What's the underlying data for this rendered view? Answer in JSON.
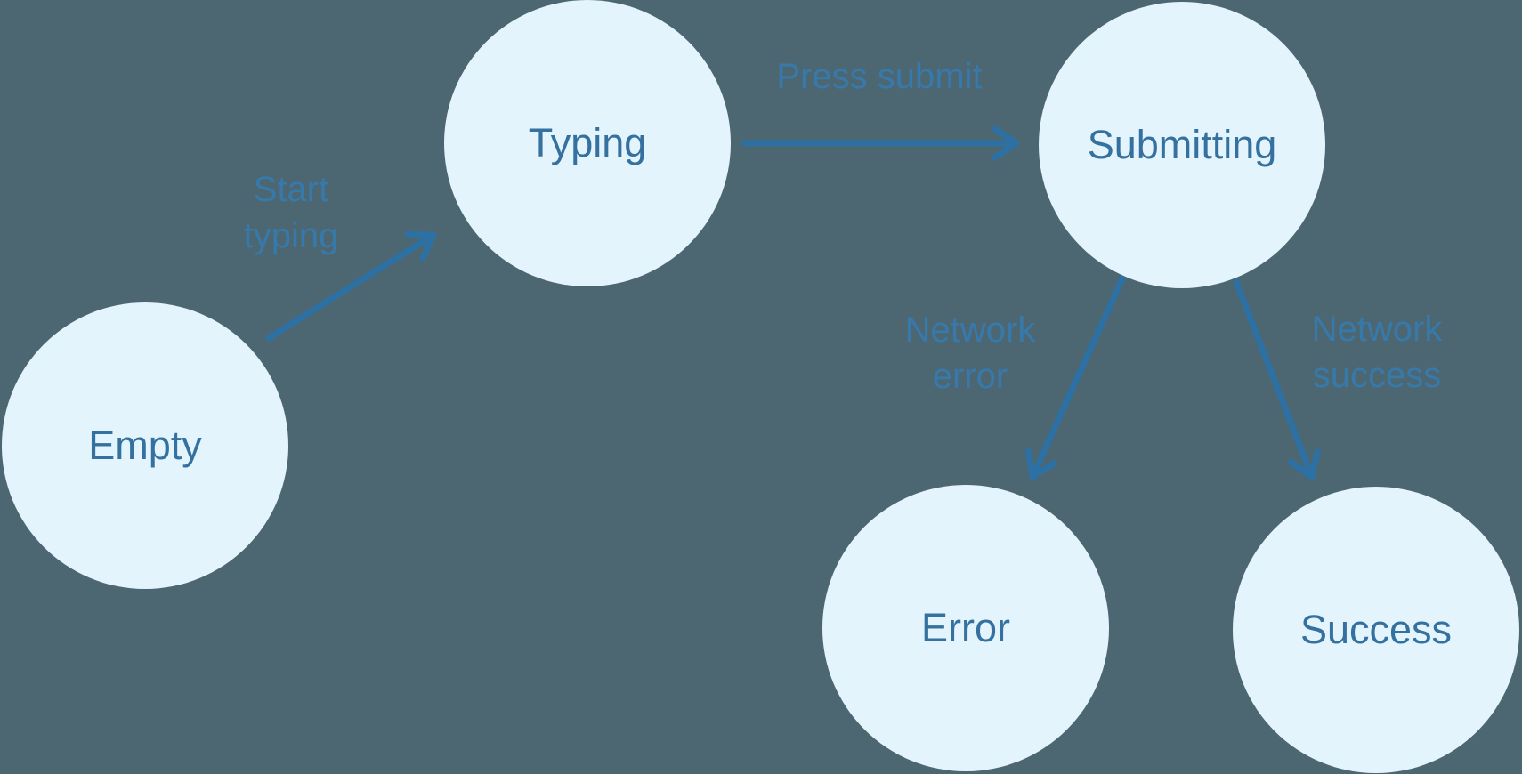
{
  "diagram": {
    "type": "state-machine",
    "nodes": [
      {
        "id": "empty",
        "label": "Empty"
      },
      {
        "id": "typing",
        "label": "Typing"
      },
      {
        "id": "submitting",
        "label": "Submitting"
      },
      {
        "id": "error",
        "label": "Error"
      },
      {
        "id": "success",
        "label": "Success"
      }
    ],
    "edges": [
      {
        "from": "empty",
        "to": "typing",
        "label": "Start typing"
      },
      {
        "from": "typing",
        "to": "submitting",
        "label": "Press submit"
      },
      {
        "from": "submitting",
        "to": "error",
        "label": "Network error"
      },
      {
        "from": "submitting",
        "to": "success",
        "label": "Network success"
      }
    ],
    "colors": {
      "background": "#4c6771",
      "node_fill": "#e3f4fd",
      "node_text": "#34719f",
      "edge_label_text": "#3779ab",
      "arrow": "#2d71a4"
    }
  }
}
